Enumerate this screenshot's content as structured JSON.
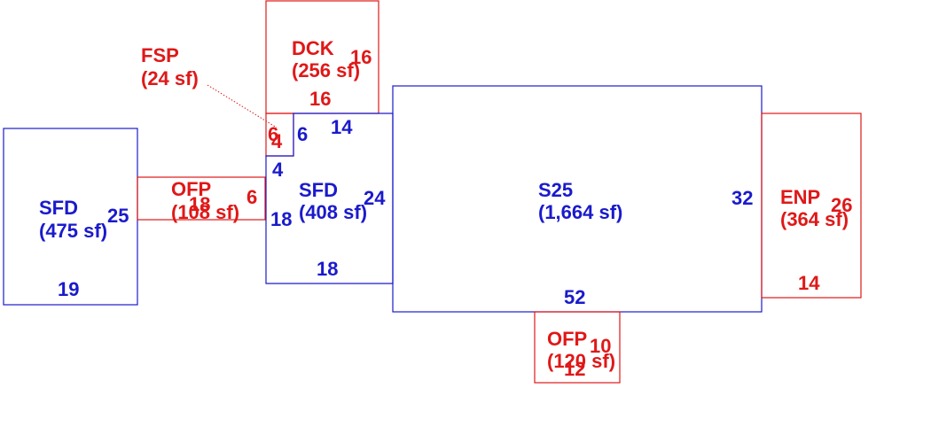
{
  "colors": {
    "living_area": "#1a1acc",
    "other_area": "#e01818"
  },
  "areas": {
    "sfd_left": {
      "code": "SFD",
      "area": "(475 sf)",
      "dims": [
        "25",
        "19"
      ]
    },
    "ofp_left": {
      "code": "OFP",
      "area": "(108 sf)",
      "dims": [
        "18",
        "6"
      ]
    },
    "fsp": {
      "code": "FSP",
      "area": "(24 sf)",
      "dims": [
        "6",
        "4"
      ]
    },
    "dck": {
      "code": "DCK",
      "area": "(256 sf)",
      "dims": [
        "16",
        "16"
      ]
    },
    "sfd_mid": {
      "code": "SFD",
      "area": "(408 sf)",
      "dims": [
        "6",
        "14",
        "4",
        "24",
        "18",
        "18"
      ]
    },
    "s25": {
      "code": "S25",
      "area": "(1,664 sf)",
      "dims": [
        "32",
        "52"
      ]
    },
    "enp": {
      "code": "ENP",
      "area": "(364 sf)",
      "dims": [
        "26",
        "14"
      ]
    },
    "ofp_bottom": {
      "code": "OFP",
      "area": "(120 sf)",
      "dims": [
        "10",
        "12"
      ]
    }
  }
}
